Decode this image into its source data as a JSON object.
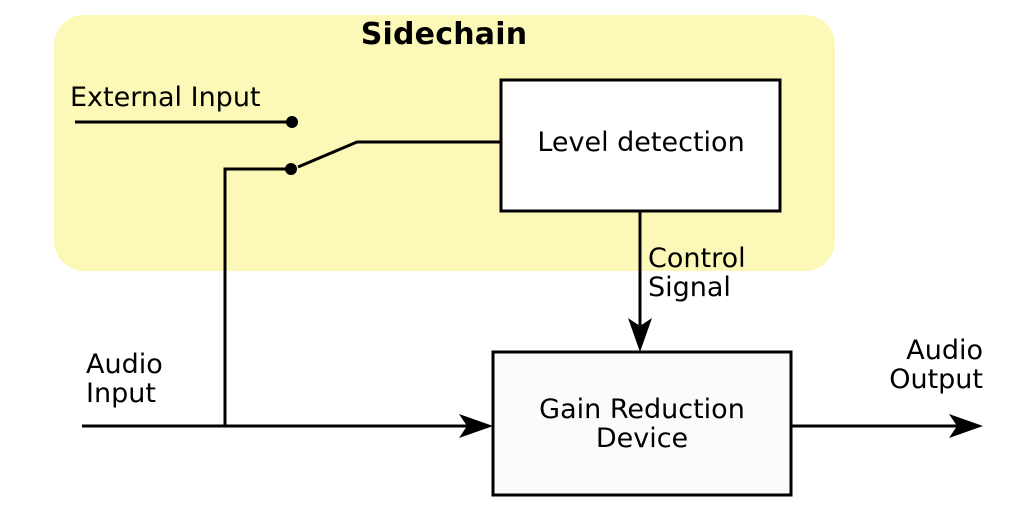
{
  "diagram": {
    "title": "Sidechain",
    "blocks": [
      {
        "id": "level-detection",
        "label": "Level detection"
      },
      {
        "id": "gain-reduction-device",
        "label_line1": "Gain Reduction",
        "label_line2": "Device"
      }
    ],
    "labels": {
      "external_input": "External Input",
      "control_signal_line1": "Control",
      "control_signal_line2": "Signal",
      "audio_input_line1": "Audio",
      "audio_input_line2": "Input",
      "audio_output_line1": "Audio",
      "audio_output_line2": "Output"
    },
    "colors": {
      "sidechain_fill": "#fbf8b8",
      "block_fill": "#fbfbfb",
      "block_stroke": "#000000",
      "line": "#000000",
      "background": "#ffffff",
      "text": "#000000"
    },
    "elements": {
      "sidechain_region": "rounded-highlight-region",
      "switch": "selector-switch",
      "external_input_terminal": "terminal-dot",
      "audio_input_terminal": "terminal-dot",
      "control_arrow": "down-arrow",
      "input_arrow": "right-arrow",
      "output_arrow": "right-arrow"
    }
  }
}
